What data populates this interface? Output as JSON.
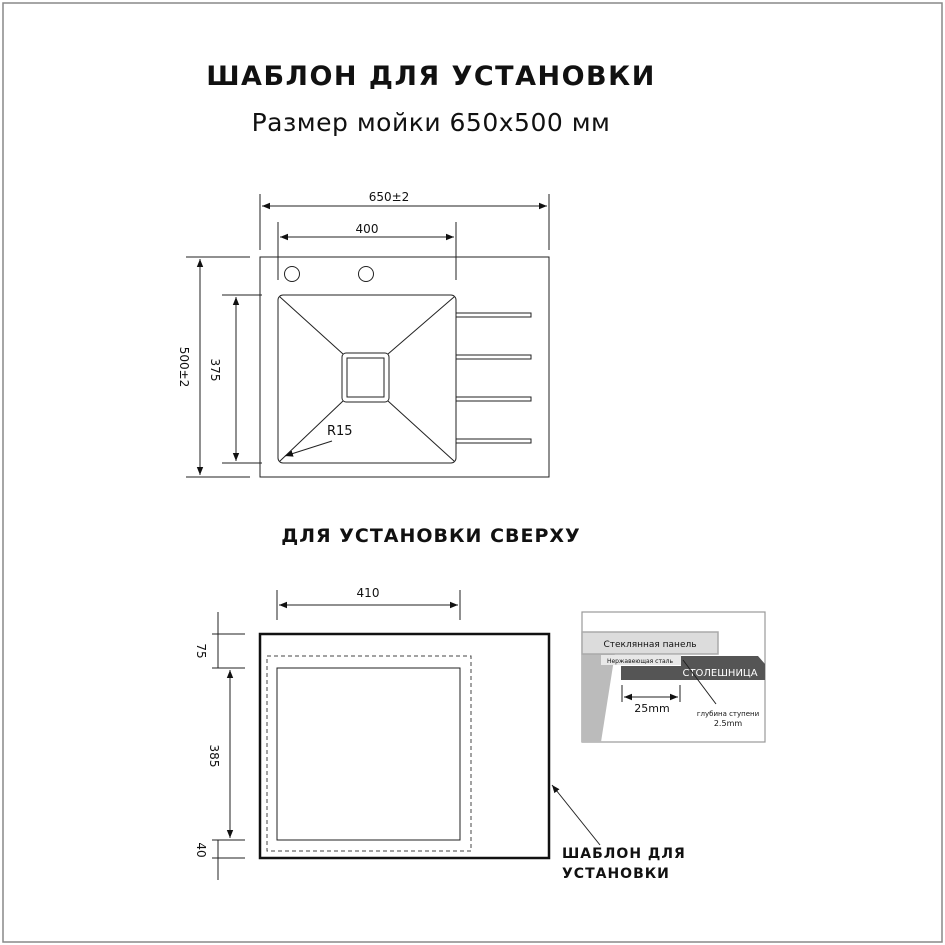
{
  "header": {
    "title": "ШАБЛОН ДЛЯ УСТАНОВКИ",
    "subtitle": "Размер мойки 650x500 мм"
  },
  "top_drawing": {
    "width_label": "650±2",
    "bowl_width_label": "400",
    "height_label": "500±2",
    "bowl_height_label": "375",
    "radius_label": "R15"
  },
  "section_title": "ДЛЯ УСТАНОВКИ СВЕРХУ",
  "bottom_drawing": {
    "width_label": "410",
    "top_offset_label": "75",
    "height_label": "385",
    "bottom_offset_label": "40",
    "template_label_line1": "ШАБЛОН ДЛЯ",
    "template_label_line2": "УСТАНОВКИ"
  },
  "inset": {
    "glass_label": "Стеклянная панель",
    "steel_label": "Нержавеющая сталь",
    "countertop_label": "СТОЛЕШНИЦА",
    "offset_label": "25mm",
    "step_depth_label": "глубина ступени",
    "step_depth_value": "2.5mm"
  }
}
